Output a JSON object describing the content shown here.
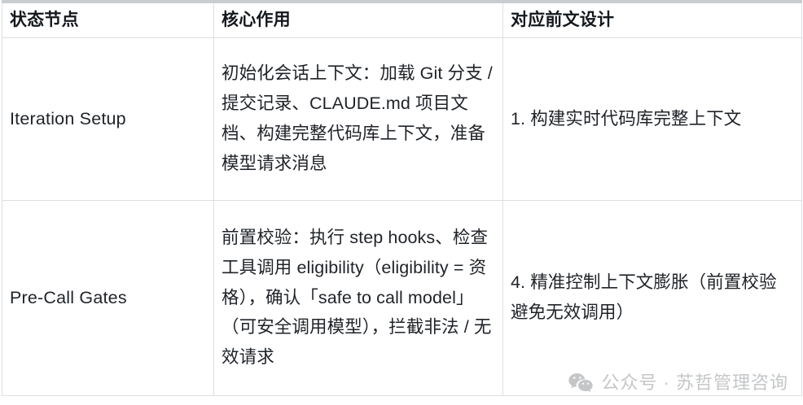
{
  "table": {
    "headers": [
      "状态节点",
      "核心作用",
      "对应前文设计"
    ],
    "rows": [
      {
        "node": "Iteration Setup",
        "core_role": "初始化会话上下文：加载 Git 分支 / 提交记录、CLAUDE.md 项目文档、构建完整代码库上下文，准备模型请求消息",
        "prior_design": "1. 构建实时代码库完整上下文"
      },
      {
        "node": "Pre-Call Gates",
        "core_role": "前置校验：执行 step hooks、检查工具调用 eligibility（eligibility = 资格），确认「safe to call model」（可安全调用模型），拦截非法 / 无效请求",
        "prior_design": "4. 精准控制上下文膨胀（前置校验避免无效调用）"
      }
    ]
  },
  "watermark": {
    "icon": "wechat-icon",
    "text": "公众号 · 苏哲管理咨询",
    "color": "#c4c6c8"
  },
  "colors": {
    "border": "#dcdfe2",
    "top_border": "#c9cdd1",
    "text": "#1f2328",
    "heading": "#14181c",
    "background": "#ffffff"
  }
}
